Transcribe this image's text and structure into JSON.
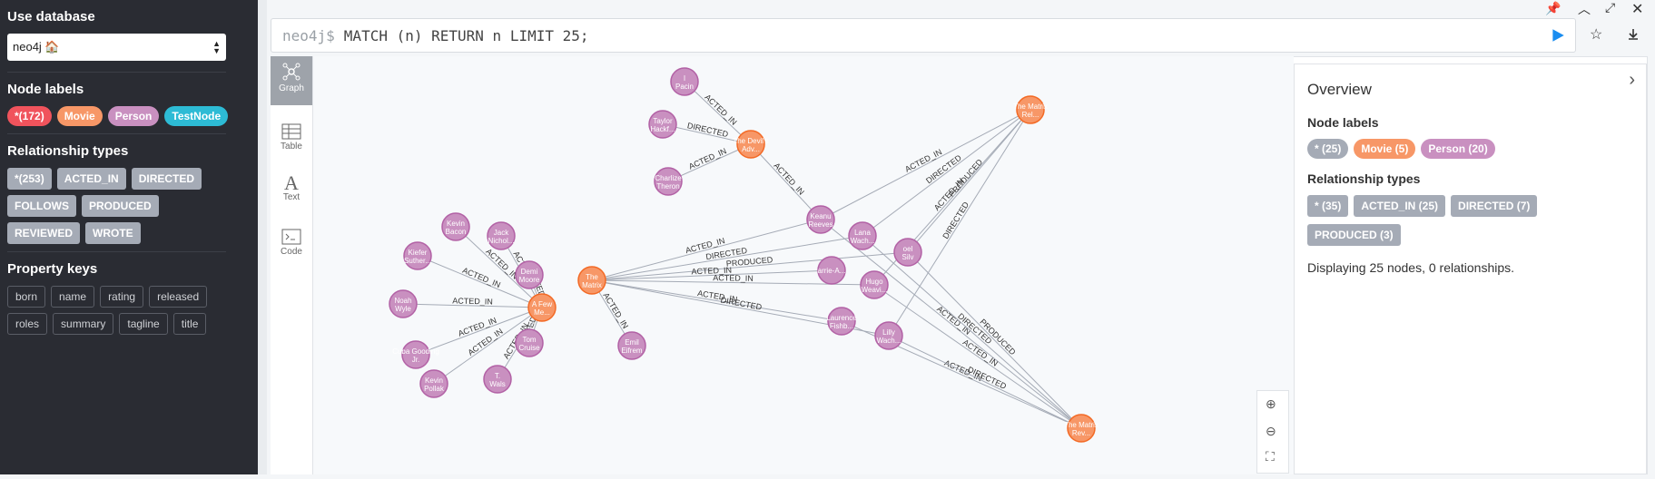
{
  "sidebar": {
    "use_database": "Use database",
    "database_value": "neo4j 🏠",
    "node_labels_title": "Node labels",
    "node_labels": [
      {
        "label": "*(172)",
        "color": "#f0535c"
      },
      {
        "label": "Movie",
        "color": "#f79767"
      },
      {
        "label": "Person",
        "color": "#c990c0"
      },
      {
        "label": "TestNode",
        "color": "#2dbbd5"
      }
    ],
    "rel_types_title": "Relationship types",
    "rel_types": [
      "*(253)",
      "ACTED_IN",
      "DIRECTED",
      "FOLLOWS",
      "PRODUCED",
      "REVIEWED",
      "WROTE"
    ],
    "prop_keys_title": "Property keys",
    "prop_keys": [
      "born",
      "name",
      "rating",
      "released",
      "roles",
      "summary",
      "tagline",
      "title"
    ]
  },
  "editor": {
    "prompt": "neo4j$",
    "query": "MATCH (n) RETURN n LIMIT 25;"
  },
  "tabs": [
    "Graph",
    "Table",
    "Text",
    "Code"
  ],
  "overview": {
    "title": "Overview",
    "node_labels_title": "Node labels",
    "node_labels": [
      {
        "label": "* (25)",
        "color": "#a5abb6"
      },
      {
        "label": "Movie (5)",
        "color": "#f79767"
      },
      {
        "label": "Person (20)",
        "color": "#c990c0"
      }
    ],
    "rel_types_title": "Relationship types",
    "rel_types": [
      "* (35)",
      "ACTED_IN (25)",
      "DIRECTED (7)",
      "PRODUCED (3)"
    ],
    "summary": "Displaying 25 nodes, 0 relationships."
  },
  "graph": {
    "colors": {
      "movie": "#f79767",
      "person": "#c990c0",
      "edge": "#a5abb6"
    },
    "nodes": [
      {
        "id": "afewgood",
        "label": "A Few Me...",
        "type": "movie"
      },
      {
        "id": "kbacon",
        "label": "Kevin Bacon",
        "type": "person"
      },
      {
        "id": "jnich",
        "label": "Jack Nichol...",
        "type": "person"
      },
      {
        "id": "ksuth",
        "label": "Kiefer Suther...",
        "type": "person"
      },
      {
        "id": "dmoore",
        "label": "Demi Moore",
        "type": "person"
      },
      {
        "id": "nwyle",
        "label": "Noah Wyle",
        "type": "person"
      },
      {
        "id": "tcruise",
        "label": "Tom Cruise",
        "type": "person"
      },
      {
        "id": "cuba",
        "label": "Cuba Gooding Jr.",
        "type": "person"
      },
      {
        "id": "kpollak",
        "label": "Kevin Pollak",
        "type": "person"
      },
      {
        "id": "twals",
        "label": "T. Wals",
        "type": "person"
      },
      {
        "id": "matrix",
        "label": "The Matrix",
        "type": "movie"
      },
      {
        "id": "eifrem",
        "label": "Emil Eifrem",
        "type": "person"
      },
      {
        "id": "devil",
        "label": "The Devil's Adv...",
        "type": "movie"
      },
      {
        "id": "pacino",
        "label": "l Pacin",
        "type": "person"
      },
      {
        "id": "taylor",
        "label": "Taylor Hackf...",
        "type": "person"
      },
      {
        "id": "charlize",
        "label": "Charlize Theron",
        "type": "person"
      },
      {
        "id": "keanu",
        "label": "Keanu Reeves",
        "type": "person"
      },
      {
        "id": "lana",
        "label": "Lana Wach...",
        "type": "person"
      },
      {
        "id": "joel",
        "label": "oel Silv",
        "type": "person"
      },
      {
        "id": "carrie",
        "label": "arrie-A...",
        "type": "person"
      },
      {
        "id": "hugo",
        "label": "Hugo Weavi...",
        "type": "person"
      },
      {
        "id": "laurence",
        "label": "Laurence Fishb...",
        "type": "person"
      },
      {
        "id": "lilly",
        "label": "Lilly Wach...",
        "type": "person"
      },
      {
        "id": "reloaded",
        "label": "The Matrix Rel...",
        "type": "movie"
      },
      {
        "id": "revolutions",
        "label": "The Matrix Rev...",
        "type": "movie"
      }
    ],
    "edges": [
      {
        "from": "kbacon",
        "to": "afewgood",
        "label": "ACTED_IN"
      },
      {
        "from": "jnich",
        "to": "afewgood",
        "label": "ACTED_IN"
      },
      {
        "from": "ksuth",
        "to": "afewgood",
        "label": "ACTED_IN"
      },
      {
        "from": "dmoore",
        "to": "afewgood",
        "label": "ACTED_IN"
      },
      {
        "from": "nwyle",
        "to": "afewgood",
        "label": "ACTED_IN"
      },
      {
        "from": "tcruise",
        "to": "afewgood",
        "label": "ACTED_IN"
      },
      {
        "from": "cuba",
        "to": "afewgood",
        "label": "ACTED_IN"
      },
      {
        "from": "kpollak",
        "to": "afewgood",
        "label": "ACTED_IN"
      },
      {
        "from": "twals",
        "to": "afewgood",
        "label": "ACTED_IN"
      },
      {
        "from": "eifrem",
        "to": "matrix",
        "label": "ACTED_IN"
      },
      {
        "from": "pacino",
        "to": "devil",
        "label": "ACTED_IN"
      },
      {
        "from": "taylor",
        "to": "devil",
        "label": "DIRECTED"
      },
      {
        "from": "charlize",
        "to": "devil",
        "label": "ACTED_IN"
      },
      {
        "from": "keanu",
        "to": "devil",
        "label": "ACTED_IN"
      },
      {
        "from": "keanu",
        "to": "matrix",
        "label": "ACTED_IN"
      },
      {
        "from": "lana",
        "to": "matrix",
        "label": "DIRECTED"
      },
      {
        "from": "joel",
        "to": "matrix",
        "label": "PRODUCED"
      },
      {
        "from": "carrie",
        "to": "matrix",
        "label": "ACTED_IN"
      },
      {
        "from": "hugo",
        "to": "matrix",
        "label": "ACTED_IN"
      },
      {
        "from": "laurence",
        "to": "matrix",
        "label": "ACTED_IN"
      },
      {
        "from": "lilly",
        "to": "matrix",
        "label": "DIRECTED"
      },
      {
        "from": "keanu",
        "to": "reloaded",
        "label": "ACTED_IN"
      },
      {
        "from": "lana",
        "to": "reloaded",
        "label": "DIRECTED"
      },
      {
        "from": "joel",
        "to": "reloaded",
        "label": "PRODUCED"
      },
      {
        "from": "hugo",
        "to": "reloaded",
        "label": "ACTED_IN"
      },
      {
        "from": "lilly",
        "to": "reloaded",
        "label": "DIRECTED"
      },
      {
        "from": "keanu",
        "to": "revolutions",
        "label": "ACTED_IN"
      },
      {
        "from": "lana",
        "to": "revolutions",
        "label": "DIRECTED"
      },
      {
        "from": "joel",
        "to": "revolutions",
        "label": "PRODUCED"
      },
      {
        "from": "hugo",
        "to": "revolutions",
        "label": "ACTED_IN"
      },
      {
        "from": "laurence",
        "to": "revolutions",
        "label": "ACTED_IN"
      },
      {
        "from": "lilly",
        "to": "revolutions",
        "label": "DIRECTED"
      }
    ]
  }
}
